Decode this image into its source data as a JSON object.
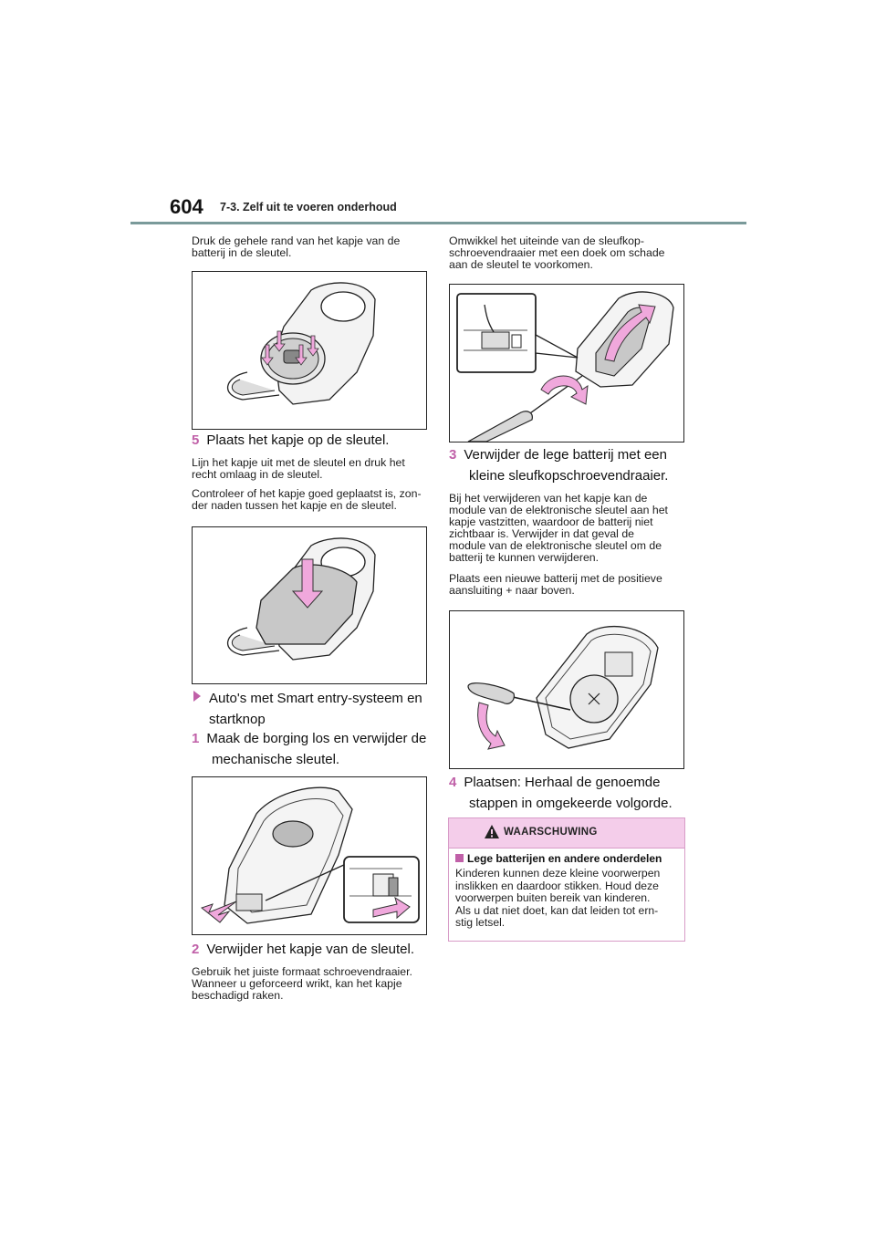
{
  "header": {
    "page_number": "604",
    "section_title": "7-3. Zelf uit te voeren onderhoud"
  },
  "left": {
    "intro": [
      "Druk de gehele rand van het kapje van de",
      "batterij in de sleutel."
    ],
    "step5": {
      "num": "5",
      "text": "Plaats het kapje op de sleutel."
    },
    "note1": [
      "Lijn het kapje uit met de sleutel en druk het",
      "recht omlaag in de sleutel."
    ],
    "note2": [
      "Controleer of het kapje goed geplaatst is, zon-",
      "der naden tussen het kapje en de sleutel."
    ],
    "smart_entry": [
      "Auto's met Smart entry-systeem en",
      "startknop"
    ],
    "step1": {
      "num": "1",
      "lines": [
        "Maak de borging los en verwijder de",
        "mechanische sleutel."
      ]
    },
    "step2": {
      "num": "2",
      "text": "Verwijder het kapje van de sleutel."
    },
    "note3": [
      "Gebruik het juiste formaat schroevendraaier.",
      "Wanneer u geforceerd wrikt, kan het kapje",
      "beschadigd raken."
    ]
  },
  "right": {
    "intro": [
      "Omwikkel het uiteinde van de sleufkop-",
      "schroevendraaier met een doek om schade",
      "aan de sleutel te voorkomen."
    ],
    "step3": {
      "num": "3",
      "lines": [
        "Verwijder de lege batterij met een",
        "kleine sleufkopschroevendraaier."
      ]
    },
    "note4": [
      "Bij het verwijderen van het kapje kan de",
      "module van de elektronische sleutel aan het",
      "kapje vastzitten, waardoor de batterij niet",
      "zichtbaar is. Verwijder in dat geval de",
      "module van de elektronische sleutel om de",
      "batterij te kunnen verwijderen."
    ],
    "note5": [
      "Plaats een nieuwe batterij met de positieve",
      "aansluiting + naar boven."
    ],
    "step4": {
      "num": "4",
      "lines": [
        "Plaatsen: Herhaal de genoemde",
        "stappen in omgekeerde volgorde."
      ]
    }
  },
  "warning": {
    "title": "WAARSCHUWING",
    "subtitle": "Lege batterijen en andere onderdelen",
    "lines": [
      "Kinderen kunnen deze kleine voorwerpen",
      "inslikken en daardoor stikken. Houd deze",
      "voorwerpen buiten bereik van kinderen.",
      "Als u dat niet doet, kan dat leiden tot ern-",
      "stig letsel."
    ]
  },
  "colors": {
    "accent": "#c060a8",
    "arrow_fill": "#f0a8dc",
    "warning_header": "#f4cdea",
    "rule": "#7a9a9a"
  }
}
